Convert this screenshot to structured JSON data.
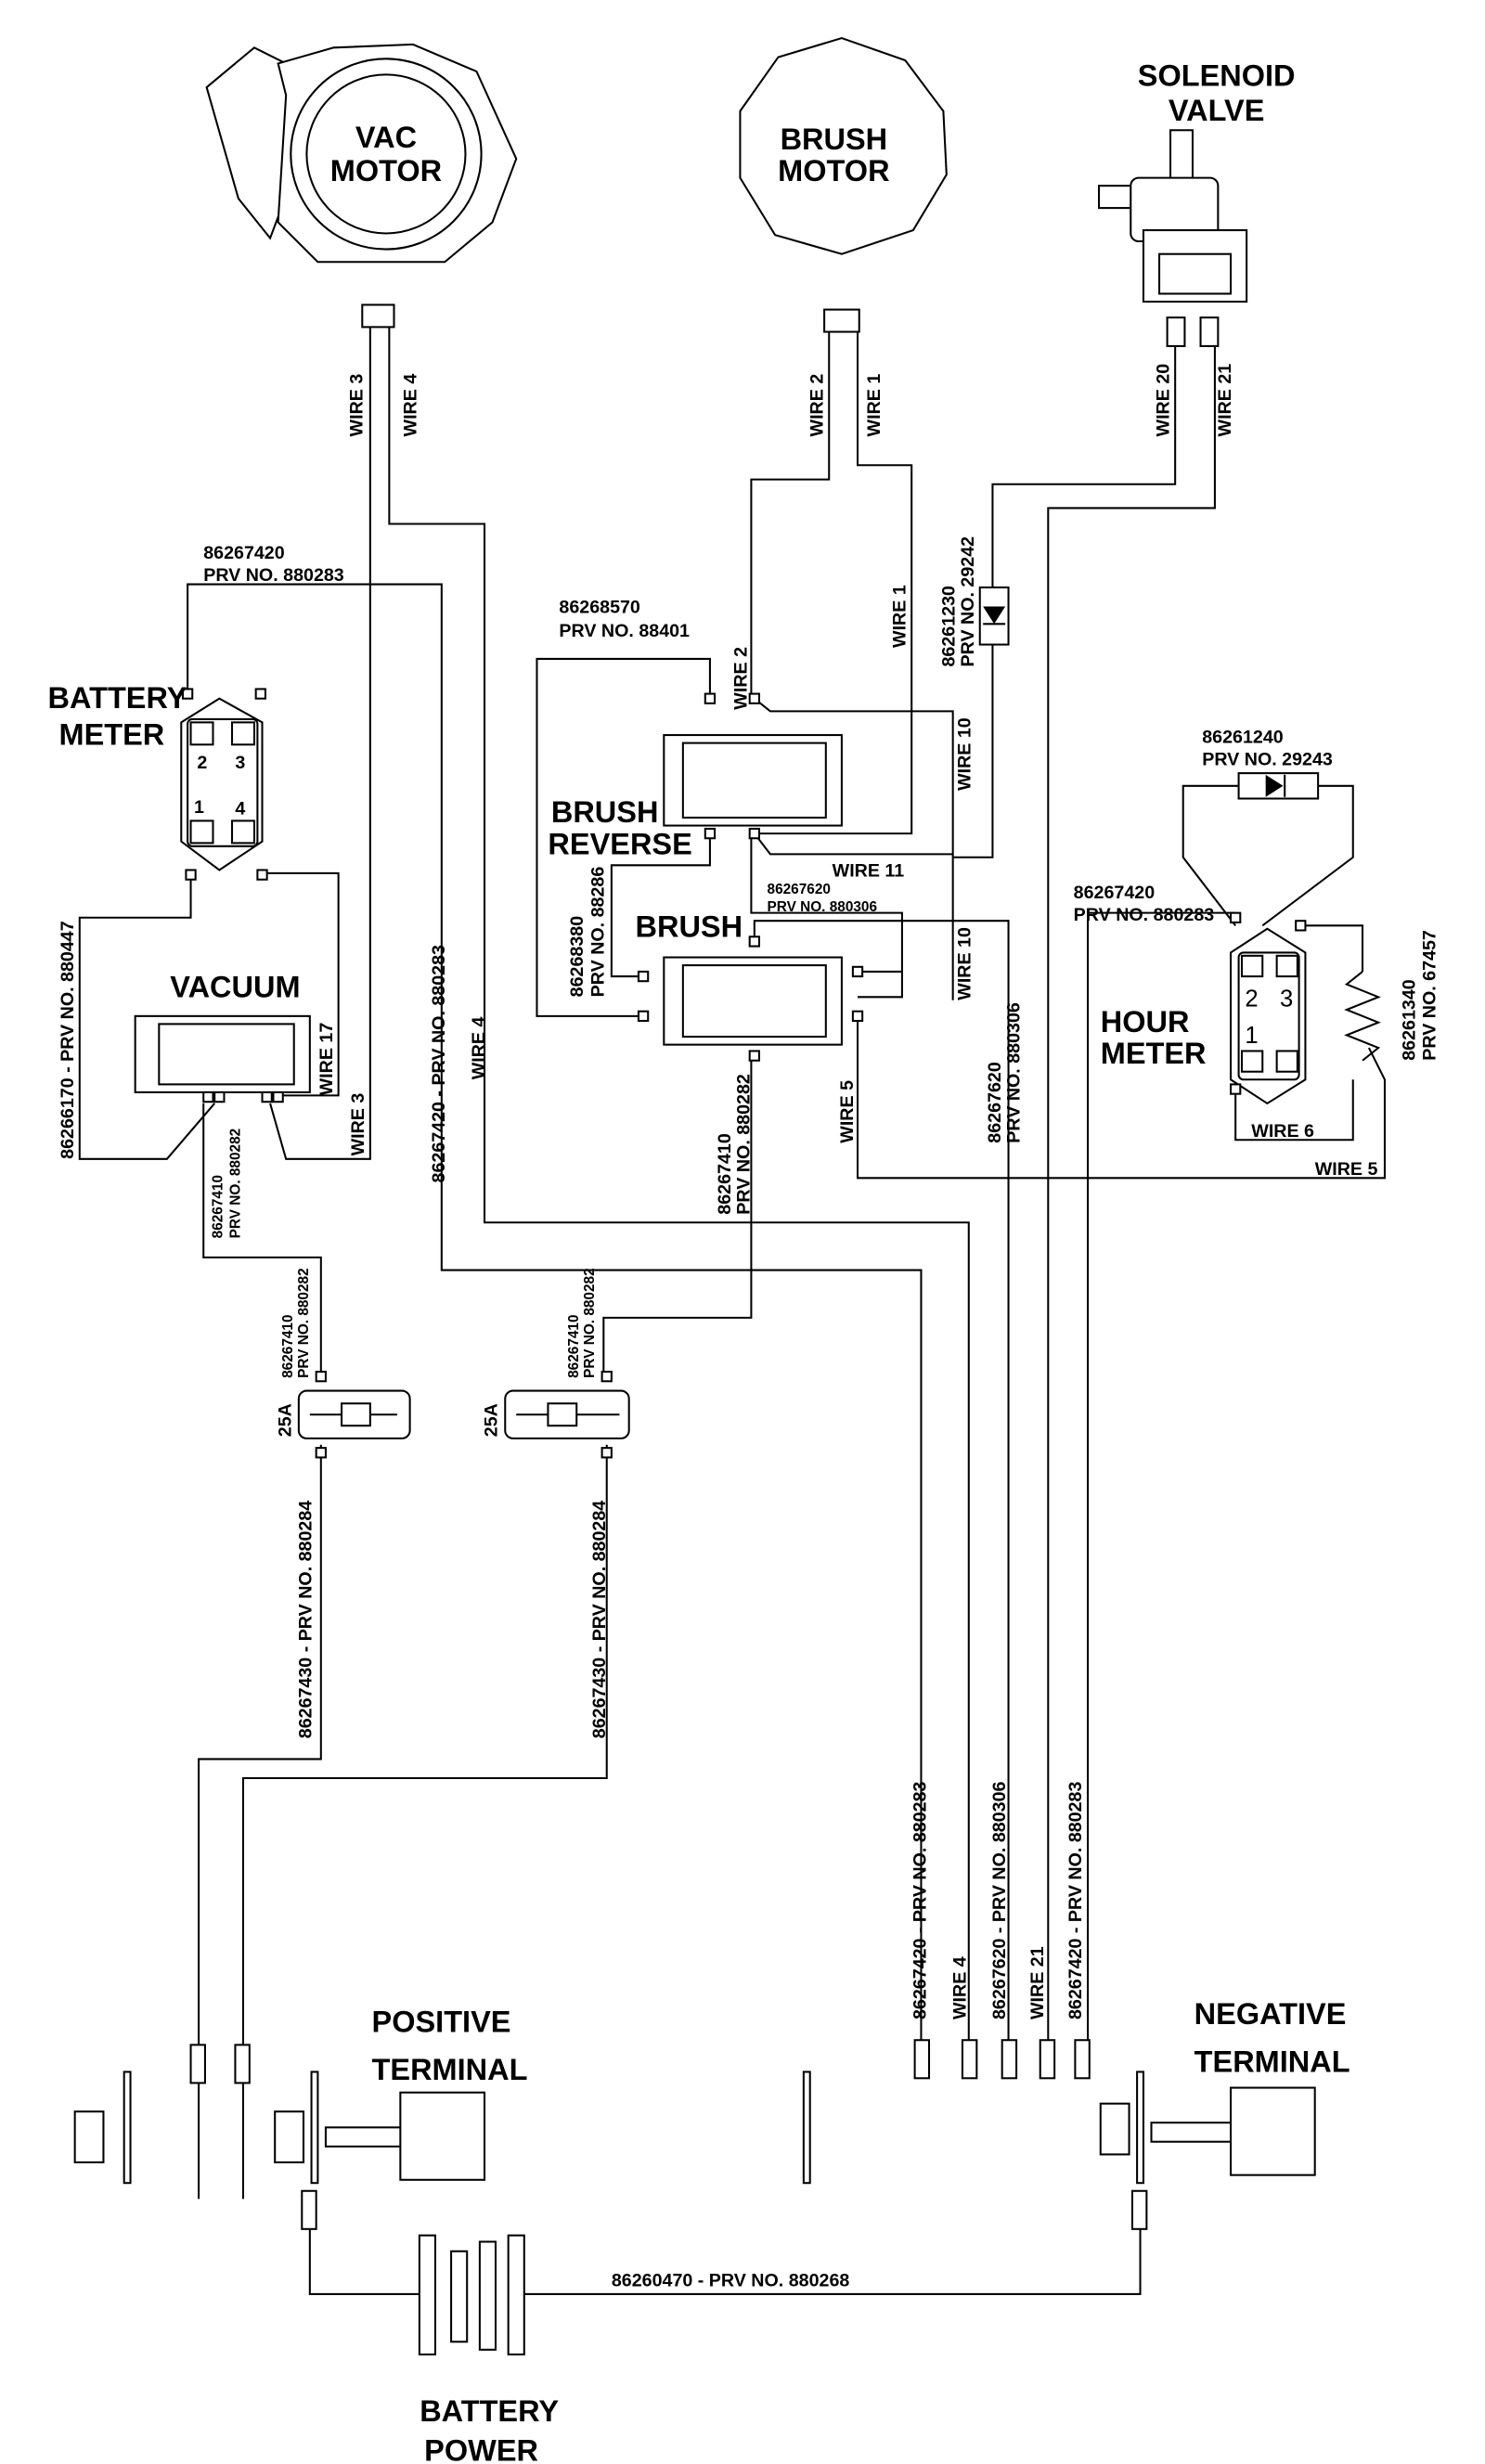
{
  "components": {
    "vac_motor": [
      "VAC",
      "MOTOR"
    ],
    "brush_motor": [
      "BRUSH",
      "MOTOR"
    ],
    "solenoid_valve": [
      "SOLENOID",
      "VALVE"
    ],
    "battery_meter": [
      "BATTERY",
      "METER"
    ],
    "battery_meter_pins": [
      "2",
      "3",
      "1",
      "4"
    ],
    "brush_reverse": [
      "BRUSH",
      "REVERSE"
    ],
    "brush": "BRUSH",
    "vacuum": "VACUUM",
    "hour_meter": [
      "HOUR",
      "METER"
    ],
    "hour_meter_pins": [
      "2",
      "3",
      "1"
    ],
    "positive_terminal": [
      "POSITIVE",
      "TERMINAL"
    ],
    "negative_terminal": [
      "NEGATIVE",
      "TERMINAL"
    ],
    "battery_power": [
      "BATTERY",
      "POWER"
    ],
    "fuses": [
      "25A",
      "25A"
    ]
  },
  "wires": {
    "vac_wire3": "WIRE 3",
    "vac_wire4": "WIRE 4",
    "brush_wire2": "WIRE 2",
    "brush_wire1": "WIRE 1",
    "sol_wire20": "WIRE 20",
    "sol_wire21": "WIRE 21",
    "bm_part": [
      "86267420",
      "PRV NO. 880283"
    ],
    "br_part": [
      "86268570",
      "PRV NO. 88401"
    ],
    "wire2_b": "WIRE 2",
    "wire1_b": "WIRE 1",
    "diode1": [
      "86261230",
      "PRV NO. 29242"
    ],
    "wire10_a": "WIRE 10",
    "wire11": "WIRE 11",
    "brush_part": [
      "86267620",
      "PRV NO. 880306"
    ],
    "wire10_b": "WIRE 10",
    "jumper": [
      "86268380",
      "PRV NO. 88286"
    ],
    "bm_vac": "86266170 - PRV NO. 880447",
    "long_neg": "86267420 - PRV NO. 880283",
    "wire4_mid": "WIRE 4",
    "wire17": "WIRE 17",
    "wire3_mid": "WIRE 3",
    "vac_fuse": [
      "86267410",
      "PRV NO. 880282"
    ],
    "brush_fuse": [
      "86267410",
      "PRV NO. 880282"
    ],
    "wire5_a": "WIRE 5",
    "hm_neg": [
      "86267620",
      "PRV NO. 880306"
    ],
    "diode2": [
      "86261240",
      "PRV NO. 29243"
    ],
    "hm_part": [
      "86267420",
      "PRV NO. 880283"
    ],
    "resistor": [
      "86261340",
      "PRV NO. 67457"
    ],
    "wire6": "WIRE 6",
    "wire5_b": "WIRE 5",
    "fuse1_in": [
      "86267410",
      "PRV NO. 880282"
    ],
    "fuse2_in": [
      "86267410",
      "PRV NO. 880282"
    ],
    "fuse1_out": "86267430 - PRV NO. 880284",
    "fuse2_out": "86267430 - PRV NO. 880284",
    "bottom": [
      "86267420 - PRV NO. 880283",
      "WIRE 4",
      "86267620 - PRV NO. 880306",
      "WIRE 21",
      "86267420 - PRV NO. 880283"
    ],
    "battery_link": "86260470 - PRV NO. 880268"
  }
}
